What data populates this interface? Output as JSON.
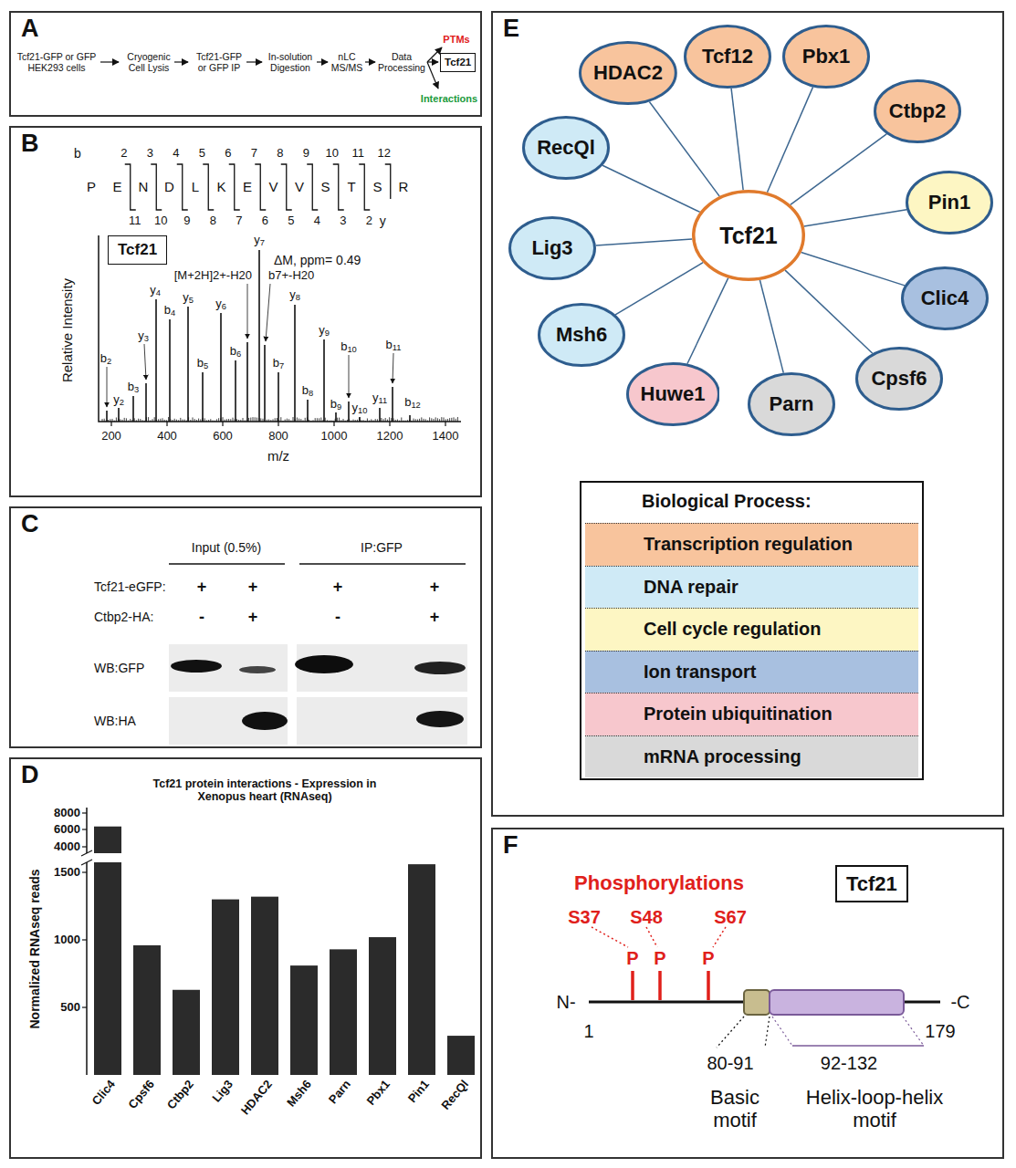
{
  "diagram": {
    "nodes": [
      {
        "text": [
          "A"
        ]
      },
      {
        "text": [
          "Tcf21"
        ],
        "in": 0
      },
      {
        "text": [
          "B"
        ]
      },
      {
        "text": [
          "Tcf21"
        ],
        "in": 2
      },
      {
        "text": [
          "C"
        ]
      },
      {
        "text": [
          "D"
        ]
      },
      {
        "text": [
          "E"
        ]
      },
      {
        "text": [
          "Tcf21"
        ],
        "in": 6
      },
      {
        "text": [
          "HDAC2"
        ],
        "in": 6
      },
      {
        "text": [
          "Tcf12"
        ],
        "in": 6
      },
      {
        "text": [
          "Pbx1"
        ],
        "in": 6
      },
      {
        "text": [
          "Ctbp2"
        ],
        "in": 6
      },
      {
        "text": [
          "RecQl"
        ],
        "in": 6
      },
      {
        "text": [
          "Pin1"
        ],
        "in": 6
      },
      {
        "text": [
          "Lig3"
        ],
        "in": 6
      },
      {
        "text": [
          "Clic4"
        ],
        "in": 6
      },
      {
        "text": [
          "Msh6"
        ],
        "in": 6
      },
      {
        "text": [
          "Cpsf6"
        ],
        "in": 6
      },
      {
        "text": [
          "Huwe1"
        ],
        "in": 6
      },
      {
        "text": [
          "Parn"
        ],
        "in": 6
      },
      {
        "text": [
          "Biological Process:"
        ],
        "in": 6
      },
      {
        "text": [
          "F"
        ]
      },
      {
        "text": [
          "Tcf21"
        ],
        "in": 21
      }
    ],
    "edges": [
      {
        "from": 7,
        "to": 8,
        "arrow": "none"
      },
      {
        "from": 7,
        "to": 9,
        "arrow": "none"
      },
      {
        "from": 7,
        "to": 10,
        "arrow": "none"
      },
      {
        "from": 7,
        "to": 11,
        "arrow": "none"
      },
      {
        "from": 7,
        "to": 12,
        "arrow": "none"
      },
      {
        "from": 7,
        "to": 13,
        "arrow": "none"
      },
      {
        "from": 7,
        "to": 14,
        "arrow": "none"
      },
      {
        "from": 7,
        "to": 15,
        "arrow": "none"
      },
      {
        "from": 7,
        "to": 16,
        "arrow": "none"
      },
      {
        "from": 7,
        "to": 17,
        "arrow": "none"
      },
      {
        "from": 7,
        "to": 18,
        "arrow": "none"
      },
      {
        "from": 7,
        "to": 19,
        "arrow": "none"
      }
    ],
    "labels": [
      "Tcf21-GFP or GFP HEK293 cells",
      "Cryogenic Cell Lysis",
      "Tcf21-GFP or GFP IP",
      "In-solution Digestion",
      "nLC MS/MS",
      "Data Processing",
      "PTMs",
      "Interactions",
      "b",
      "2",
      "3",
      "4",
      "5",
      "6",
      "7",
      "8",
      "9",
      "10",
      "11",
      "12",
      "P",
      "E",
      "N",
      "D",
      "L",
      "K",
      "E",
      "V",
      "V",
      "S",
      "T",
      "S",
      "R",
      "11",
      "10",
      "9",
      "8",
      "7",
      "6",
      "5",
      "4",
      "3",
      "2",
      "y",
      "ΔM, ppm= 0.49",
      "Relative Intensity",
      "200",
      "400",
      "600",
      "800",
      "1000",
      "1200",
      "1400",
      "m/z",
      "b2",
      "y2",
      "b3",
      "y3",
      "y4",
      "b4",
      "y5",
      "b5",
      "y6",
      "b6",
      "[M+2H]2+-H20",
      "y7",
      "b7+-H20",
      "b7",
      "y8",
      "b8",
      "y9",
      "b9",
      "b10",
      "y10",
      "y11",
      "b11",
      "b12",
      "Input (0.5%)",
      "IP:GFP",
      "Tcf21-eGFP:",
      "+",
      "+",
      "+",
      "+",
      "Ctbp2-HA:",
      "-",
      "+",
      "-",
      "+",
      "WB:GFP",
      "WB:HA",
      "Tcf21 protein interactions - Expression in Xenopus heart (RNAseq)",
      "8000",
      "6000",
      "4000",
      "1500",
      "1000",
      "500",
      "Normalized RNAseq reads",
      "Clic4",
      "Cpsf6",
      "Ctbp2",
      "Lig3",
      "HDAC2",
      "Msh6",
      "Parn",
      "Pbx1",
      "Pin1",
      "RecQl",
      "Phosphorylations",
      "S37",
      "S48",
      "S67",
      "P",
      "P",
      "P",
      "N-",
      "-C",
      "1",
      "179",
      "80-91",
      "92-132",
      "Basic motif",
      "Helix-loop-helix motif"
    ],
    "legend": [
      {
        "text": "Transcription regulation",
        "color": "#f8c49d"
      },
      {
        "text": "DNA repair",
        "color": "#cfeaf6"
      },
      {
        "text": "Cell cycle regulation",
        "color": "#fdf6c3"
      },
      {
        "text": "Ion transport",
        "color": "#a8c0e0"
      },
      {
        "text": "Protein ubiquitination",
        "color": "#f7c7cd"
      },
      {
        "text": "mRNA processing",
        "color": "#d9d9d9"
      }
    ]
  }
}
